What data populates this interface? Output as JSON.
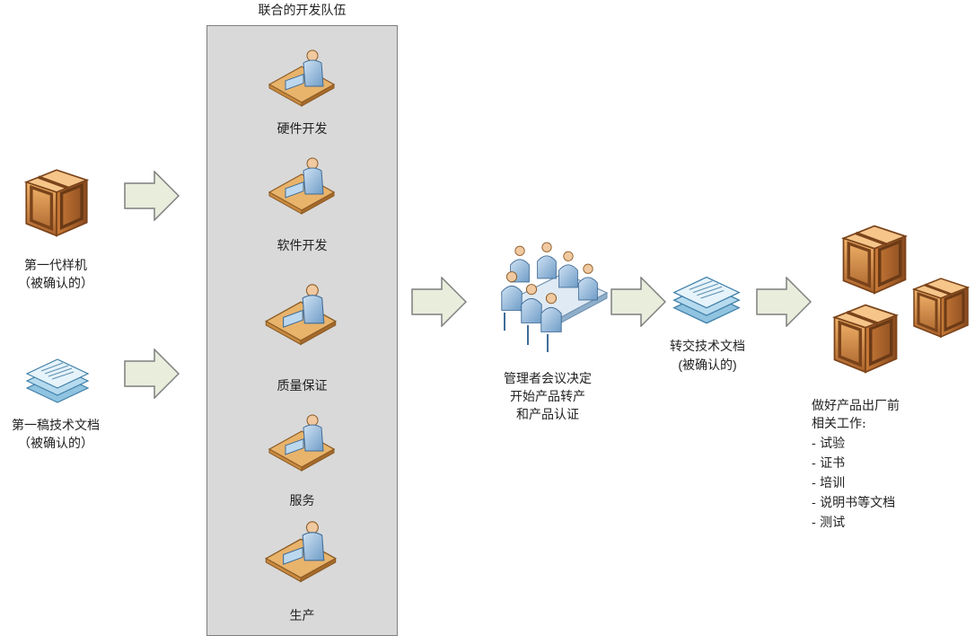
{
  "team": {
    "title": "联合的开发队伍",
    "roles": [
      "硬件开发",
      "软件开发",
      "质量保证",
      "服务",
      "生产"
    ]
  },
  "inputs": {
    "prototype": [
      "第一代样机",
      "（被确认的）"
    ],
    "docs": [
      "第一稿技术文档",
      "（被确认的）"
    ]
  },
  "meeting": [
    "管理者会议决定",
    "开始产品转产",
    "和产品认证"
  ],
  "transfer_docs": [
    "转交技术文档",
    "(被确认的)"
  ],
  "prep": {
    "heading": [
      "做好产品出厂前",
      "相关工作:"
    ],
    "items": [
      "- 试验",
      "- 证书",
      "- 培训",
      "- 说明书等文档",
      "- 测试"
    ]
  },
  "colors": {
    "arrow_fill": "#e8eddc",
    "arrow_stroke": "#7f7f7f",
    "team_bg": "#d9d9d9",
    "box_orange": "#d9893a",
    "person_blue": "#8fb4d9",
    "doc_blue": "#a8cde4"
  }
}
